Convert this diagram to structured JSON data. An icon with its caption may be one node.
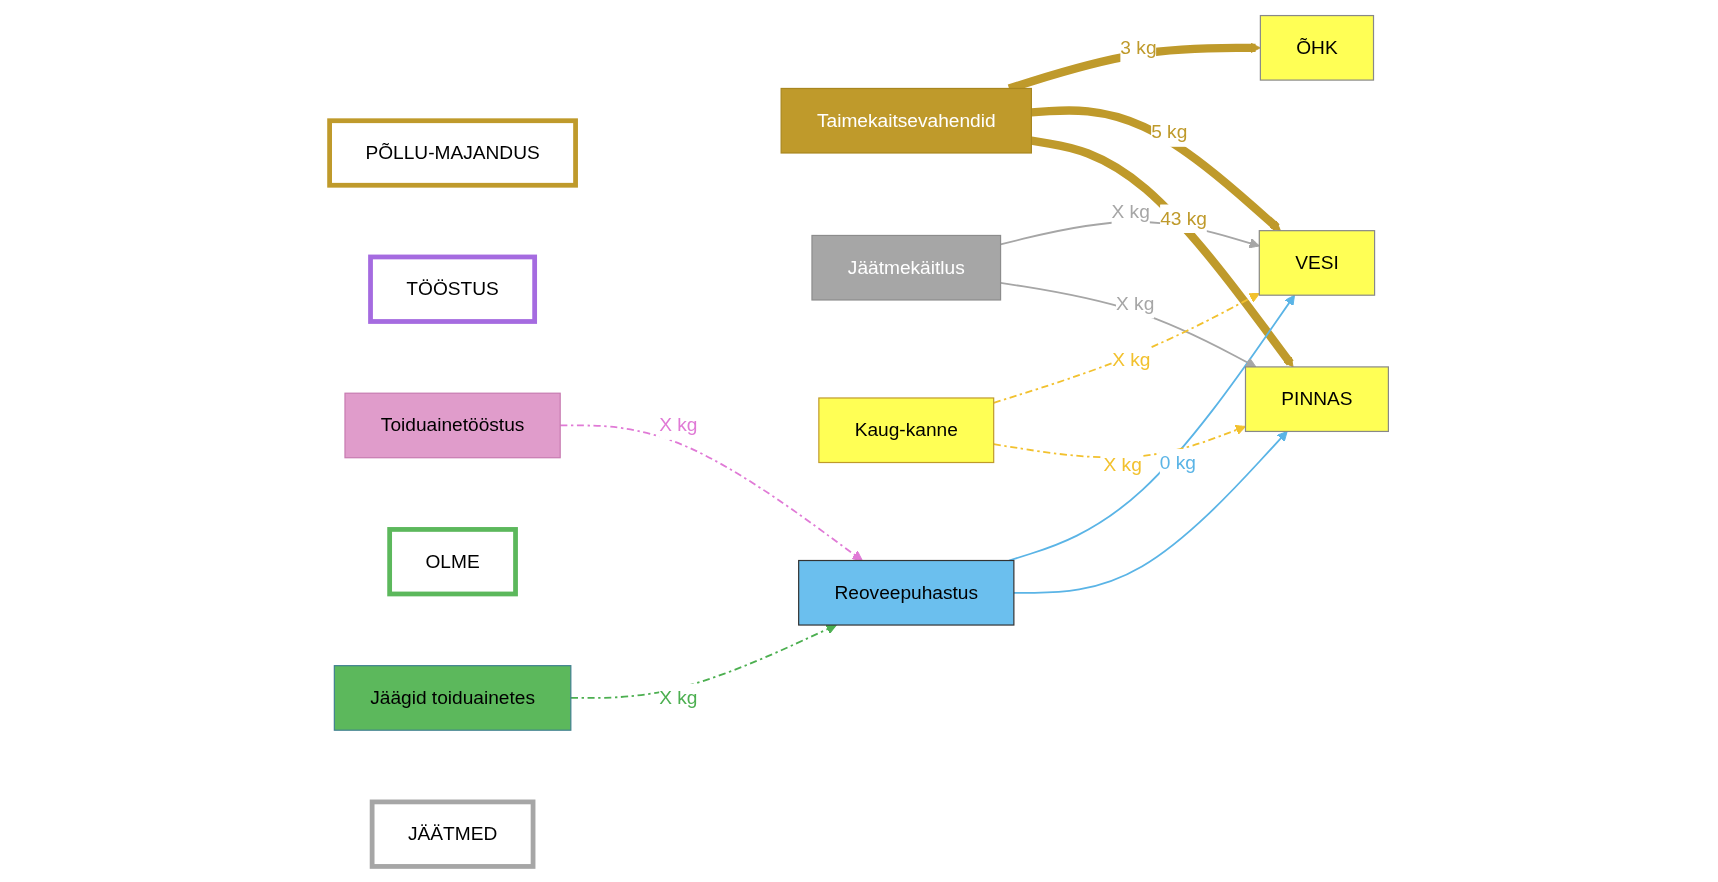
{
  "diagram": {
    "nodes": [
      {
        "text": [
          "PÕLLU-MAJANDUS"
        ]
      },
      {
        "text": [
          "Taimekaitsevahendid"
        ]
      },
      {
        "text": [
          "TÖÖSTUS"
        ]
      },
      {
        "text": [
          "Toiduainetööstus"
        ]
      },
      {
        "text": [
          "OLME"
        ]
      },
      {
        "text": [
          "Jäägid toiduainetes"
        ]
      },
      {
        "text": [
          "JÄÄTMED"
        ]
      },
      {
        "text": [
          "Jäätmekäitlus"
        ]
      },
      {
        "text": [
          "Kaug-kanne"
        ]
      },
      {
        "text": [
          "Reoveepuhastus"
        ]
      },
      {
        "text": [
          "ÕHK"
        ]
      },
      {
        "text": [
          "VESI"
        ]
      },
      {
        "text": [
          "PINNAS"
        ]
      }
    ],
    "edges": [
      {
        "from": 1,
        "to": 10,
        "arrow": "to",
        "label": "3 kg",
        "style": "thick"
      },
      {
        "from": 1,
        "to": 11,
        "arrow": "to",
        "label": "5 kg",
        "style": "thick"
      },
      {
        "from": 1,
        "to": 12,
        "arrow": "to",
        "label": "43 kg",
        "style": "thick"
      },
      {
        "from": 3,
        "to": 9,
        "arrow": "to",
        "label": "X kg",
        "style": "dashed",
        "color": "#e07ad6"
      },
      {
        "from": 5,
        "to": 9,
        "arrow": "to",
        "label": "X kg",
        "style": "dashed",
        "color": "#4caf50"
      },
      {
        "from": 9,
        "to": 11,
        "arrow": "to",
        "label": "0 kg",
        "color": "#5ab4e6"
      },
      {
        "from": 9,
        "to": 12,
        "arrow": "to",
        "color": "#5ab4e6"
      },
      {
        "from": 7,
        "to": 11,
        "arrow": "to",
        "label": "X kg",
        "color": "#a6a6a6"
      },
      {
        "from": 7,
        "to": 12,
        "arrow": "to",
        "label": "X kg",
        "color": "#a6a6a6"
      },
      {
        "from": 8,
        "to": 11,
        "arrow": "to",
        "label": "X kg",
        "style": "dashed",
        "color": "#f2c12e"
      },
      {
        "from": 8,
        "to": 12,
        "arrow": "to",
        "label": "X kg",
        "style": "dashed",
        "color": "#f2c12e"
      }
    ]
  }
}
